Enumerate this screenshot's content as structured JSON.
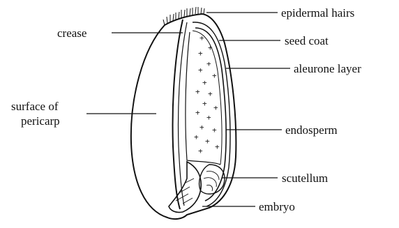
{
  "labels": {
    "epidermal_hairs": "epidermal hairs",
    "crease": "crease",
    "seed_coat": "seed coat",
    "aleurone_layer": "aleurone layer",
    "surface_of_pericarp_line1": "surface of",
    "surface_of_pericarp_line2": "pericarp",
    "endosperm": "endosperm",
    "scutellum": "scutellum",
    "embryo": "embryo"
  },
  "colors": {
    "ink": "#111111",
    "background": "#ffffff"
  }
}
